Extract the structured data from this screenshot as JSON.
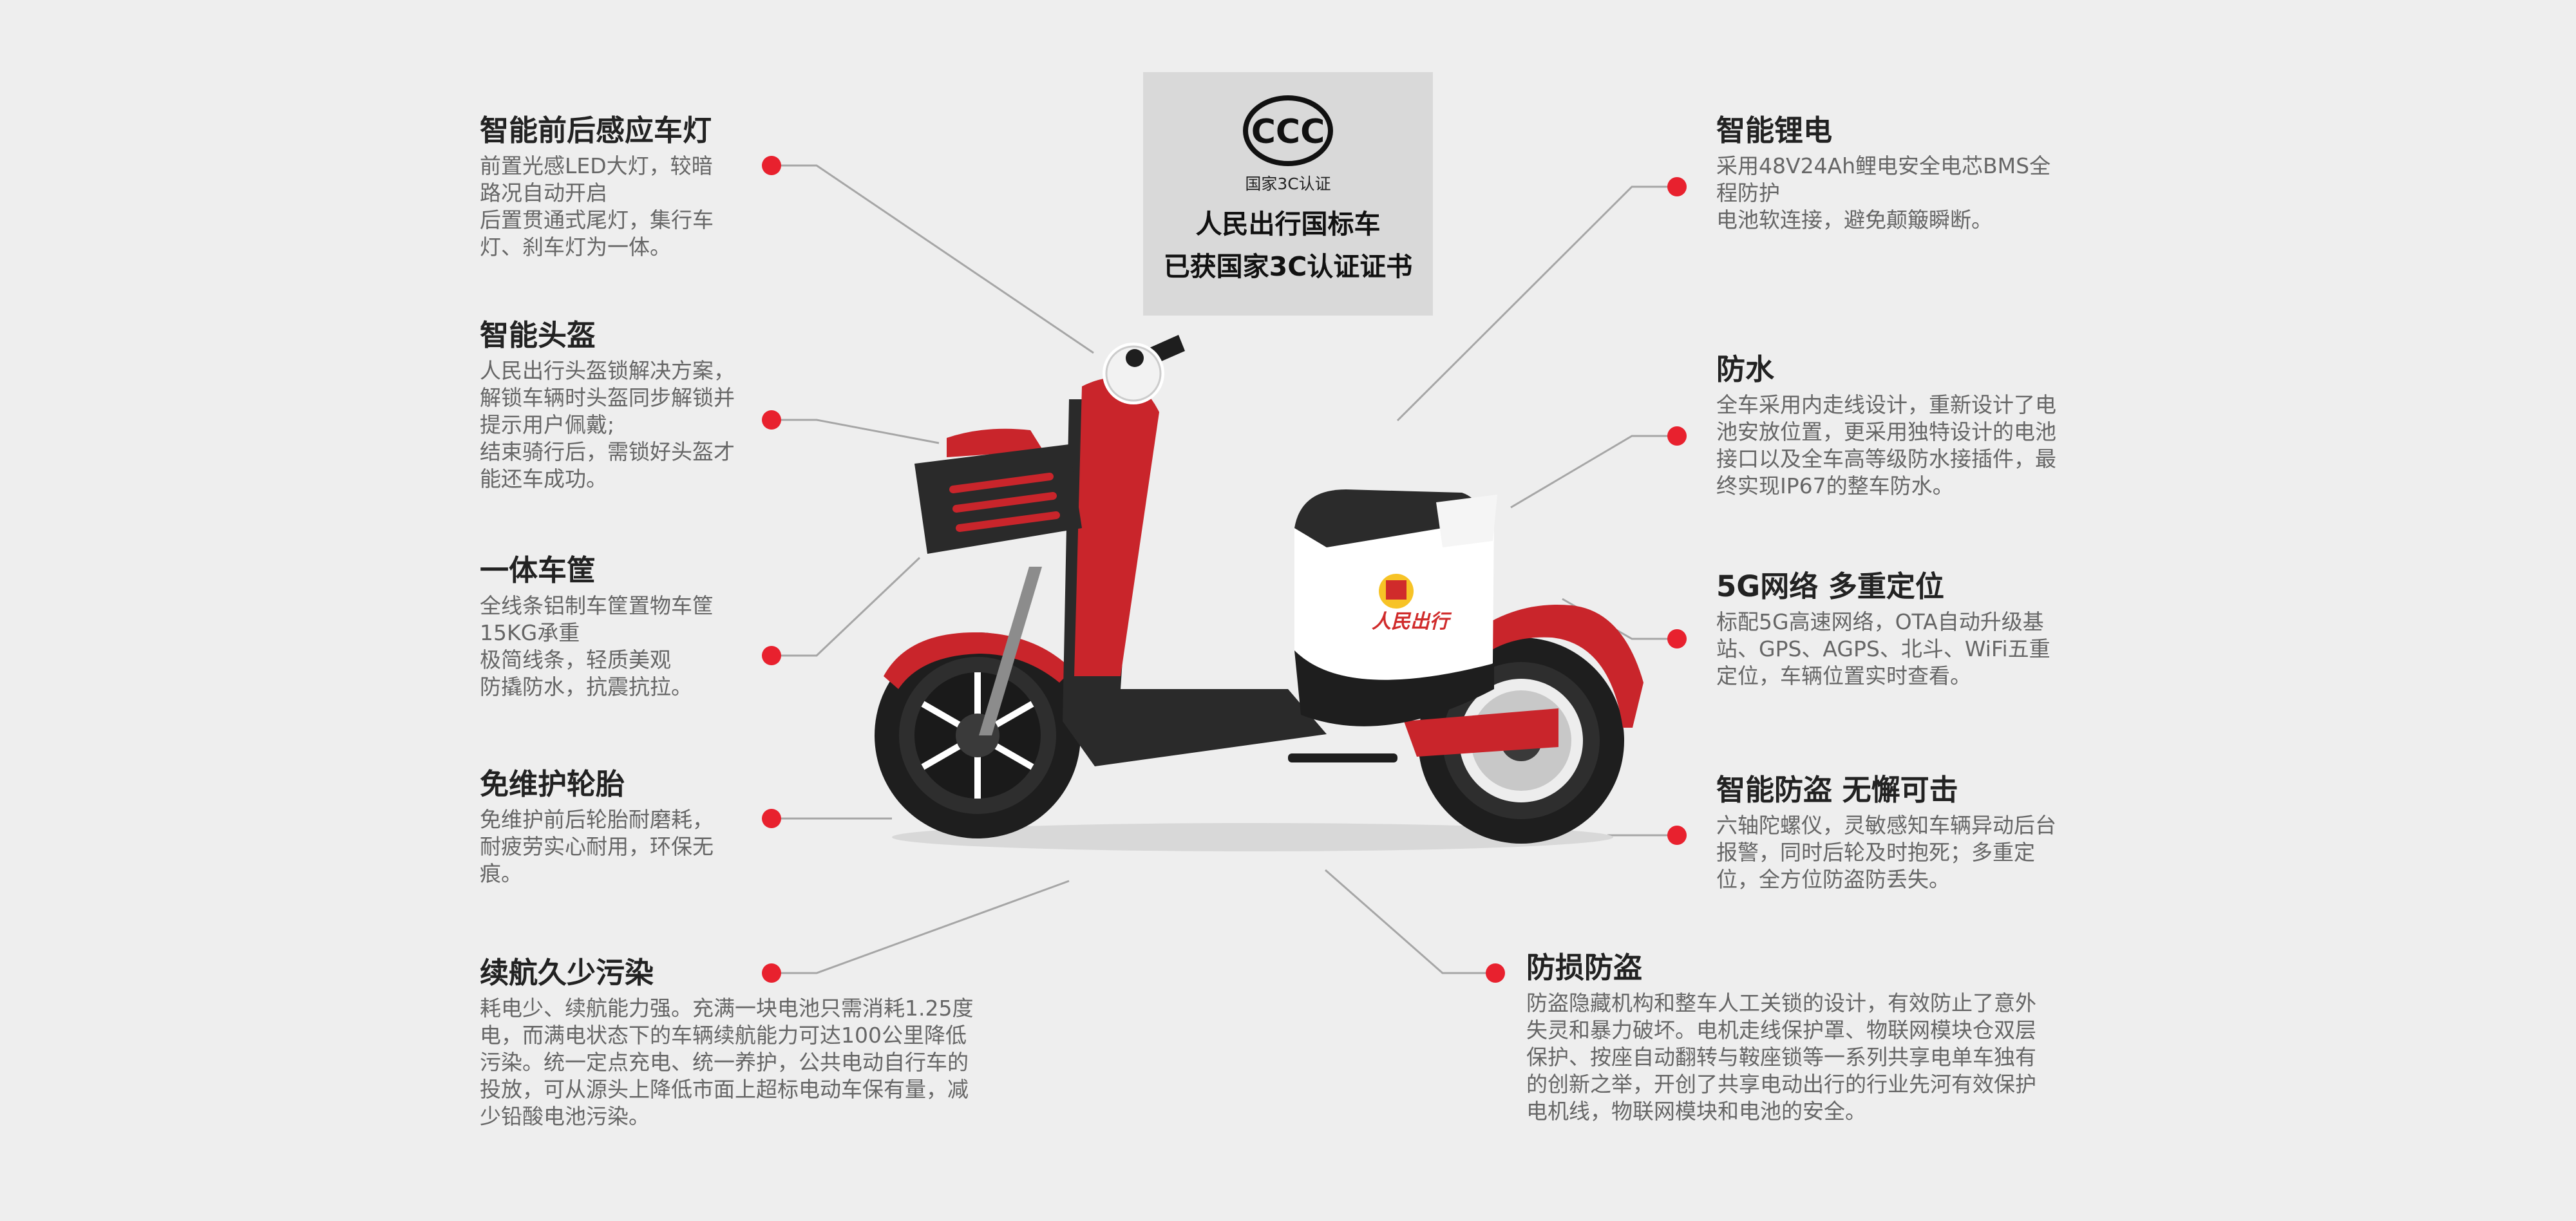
{
  "badge": {
    "logo_text": "CCC",
    "cert": "国家3C认证",
    "line1": "人民出行国标车",
    "line2": "已获国家3C认证证书"
  },
  "scooter": {
    "brand": "人民出行"
  },
  "colors": {
    "accent": "#e8212e",
    "body_red": "#c9252b",
    "background": "#eeeeee",
    "line": "#a6a6a6"
  },
  "features": {
    "lights": {
      "title": "智能前后感应车灯",
      "lines": [
        "前置光感LED大灯，较暗",
        "路况自动开启",
        "后置贯通式尾灯，集行车",
        "灯、刹车灯为一体。"
      ]
    },
    "helmet": {
      "title": "智能头盔",
      "lines": [
        "人民出行头盔锁解决方案，",
        "解锁车辆时头盔同步解锁并",
        "提示用户佩戴;",
        "结束骑行后，需锁好头盔才",
        "能还车成功。"
      ]
    },
    "basket": {
      "title": "一体车筐",
      "lines": [
        "全线条铝制车筐置物车筐",
        "15KG承重",
        "极简线条，轻质美观",
        "防撬防水，抗震抗拉。"
      ]
    },
    "tire": {
      "title": "免维护轮胎",
      "lines": [
        "免维护前后轮胎耐磨耗，",
        "耐疲劳实心耐用，环保无",
        "痕。"
      ]
    },
    "range": {
      "title": "续航久少污染",
      "lines": [
        "耗电少、续航能力强。充满一块电池只需消耗1.25度",
        "电，而满电状态下的车辆续航能力可达100公里降低",
        "污染。统一定点充电、统一养护，公共电动自行车的",
        "投放，可从源头上降低市面上超标电动车保有量，减",
        "少铅酸电池污染。"
      ]
    },
    "battery": {
      "title": "智能锂电",
      "lines": [
        "采用48V24Ah鲤电安全电芯BMS全",
        "程防护",
        "电池软连接，避免颠簸瞬断。"
      ]
    },
    "waterproof": {
      "title": "防水",
      "lines": [
        "全车采用内走线设计，重新设计了电",
        "池安放位置，更采用独特设计的电池",
        "接口以及全车高等级防水接插件，最",
        "终实现IP67的整车防水。"
      ]
    },
    "network": {
      "title": "5G网络 多重定位",
      "lines": [
        "标配5G高速网络，OTA自动升级基",
        "站、GPS、AGPS、北斗、WiFi五重",
        "定位，车辆位置实时查看。"
      ]
    },
    "antitheft": {
      "title": "智能防盗 无懈可击",
      "lines": [
        "六轴陀螺仪，灵敏感知车辆异动后台",
        "报警，同时后轮及时抱死；多重定",
        "位，全方位防盗防丢失。"
      ]
    },
    "damage": {
      "title": "防损防盗",
      "lines": [
        "防盗隐藏机构和整车人工关锁的设计，有效防止了意外",
        "失灵和暴力破坏。电机走线保护罩、物联网模块仓双层",
        "保护、按座自动翻转与鞍座锁等一系列共享电单车独有",
        "的创新之举，开创了共享电动出行的行业先河有效保护",
        "电机线，物联网模块和电池的安全。"
      ]
    }
  }
}
